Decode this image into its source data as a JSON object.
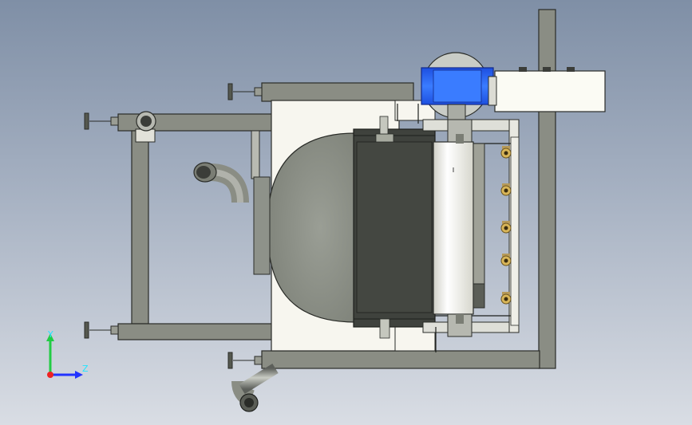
{
  "viewport": {
    "background_top": "#7f8fa6",
    "background_bottom": "#d9dde4"
  },
  "model": {
    "frame_color": "#8a8d84",
    "plate_color": "#f7f6ef",
    "hood_color": "#8e928a",
    "dark_panel_color": "#3f423d",
    "motor_cover_color": "#2e63f0",
    "gearbox_color": "#fbfbf4",
    "roller_color": "#fdfcf4",
    "nozzle_count": 5,
    "nozzle_icon": "brass-nozzle"
  },
  "triad": {
    "y_label": "Y",
    "z_label": "Z",
    "y_color": "#22cc44",
    "z_color": "#2233ff",
    "origin_color": "#ee2222"
  }
}
